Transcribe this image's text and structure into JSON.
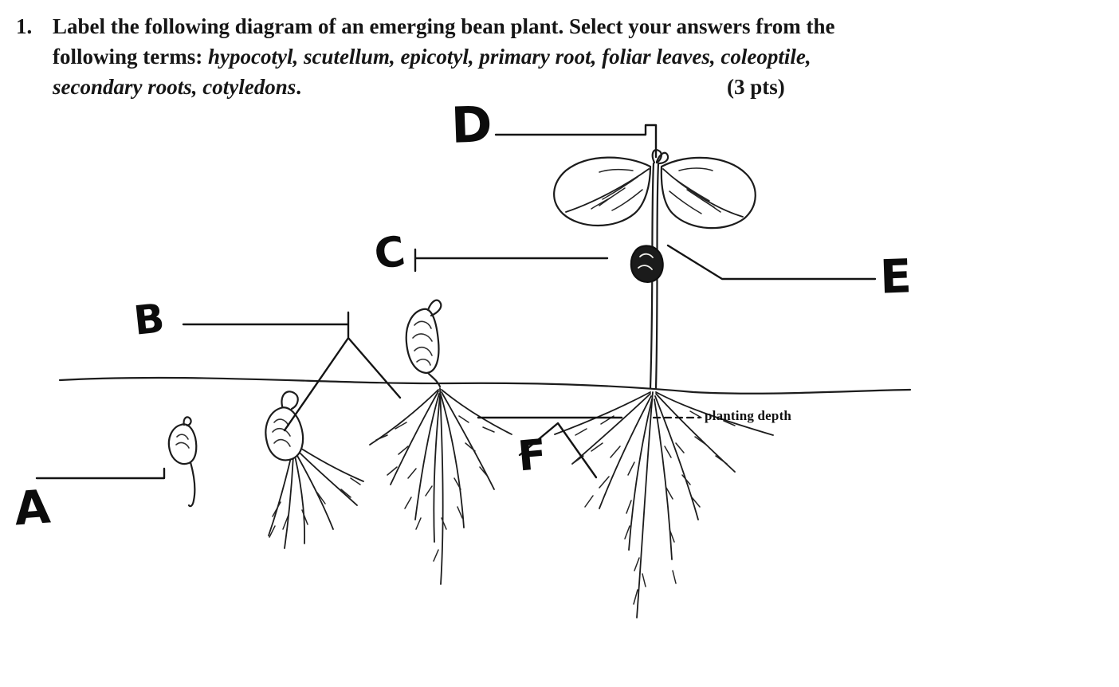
{
  "question": {
    "number": "1.",
    "line1": "Label the following diagram of an emerging bean plant. Select your answers from the",
    "line2_plain": "following terms: ",
    "line2_italic": "hypocotyl, scutellum, epicotyl, primary root, foliar leaves, coleoptile,",
    "line3_italic": "secondary roots, cotyledons",
    "line3_plain": ".",
    "points": "(3 pts)"
  },
  "diagram": {
    "ink_color": "#1c1c1c",
    "planting_depth_label": "planting depth",
    "labels": [
      {
        "letter": "A"
      },
      {
        "letter": "B"
      },
      {
        "letter": "C"
      },
      {
        "letter": "D"
      },
      {
        "letter": "E"
      },
      {
        "letter": "F"
      }
    ]
  }
}
